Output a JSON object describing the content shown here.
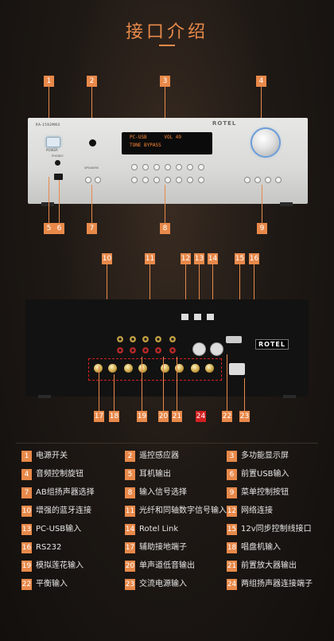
{
  "page": {
    "title": "接口介绍"
  },
  "colors": {
    "accent": "#e8894a",
    "highlight": "#d32020",
    "background": "#161210"
  },
  "front_panel": {
    "model": "RA-1592MKII",
    "brand": "ROTEL",
    "power_label": "POWER",
    "phones_label": "PHONES",
    "speakers_label": "SPEAKERS",
    "display_line1": "PC-USB      VOL 49",
    "display_line2": "TONE BYPASS"
  },
  "back_panel": {
    "brand": "ROTEL"
  },
  "front_callouts": [
    "1",
    "2",
    "3",
    "4",
    "5",
    "6",
    "7",
    "8",
    "9"
  ],
  "back_callouts": [
    "10",
    "11",
    "12",
    "13",
    "14",
    "15",
    "16",
    "17",
    "18",
    "19",
    "20",
    "21",
    "24",
    "22",
    "23"
  ],
  "legend": [
    {
      "num": "1",
      "label": "电源开关"
    },
    {
      "num": "2",
      "label": "遥控感应器"
    },
    {
      "num": "3",
      "label": "多功能显示屏"
    },
    {
      "num": "4",
      "label": "音频控制旋钮"
    },
    {
      "num": "5",
      "label": "耳机输出"
    },
    {
      "num": "6",
      "label": "前置USB输入"
    },
    {
      "num": "7",
      "label": "AB组扬声器选择"
    },
    {
      "num": "8",
      "label": "输入信号选择"
    },
    {
      "num": "9",
      "label": "菜单控制按钮"
    },
    {
      "num": "10",
      "label": "增强的蓝牙连接"
    },
    {
      "num": "11",
      "label": "光纤和同轴数字信号输入"
    },
    {
      "num": "12",
      "label": "网络连接"
    },
    {
      "num": "13",
      "label": "PC-USB输入"
    },
    {
      "num": "14",
      "label": "Rotel Link"
    },
    {
      "num": "15",
      "label": "12v同步控制线接口"
    },
    {
      "num": "16",
      "label": "RS232"
    },
    {
      "num": "17",
      "label": "辅助接地端子"
    },
    {
      "num": "18",
      "label": "唱盘机输入"
    },
    {
      "num": "19",
      "label": "模拟莲花输入"
    },
    {
      "num": "20",
      "label": "单声道低音输出"
    },
    {
      "num": "21",
      "label": "前置放大器输出"
    },
    {
      "num": "22",
      "label": "平衡输入"
    },
    {
      "num": "23",
      "label": "交流电源输入"
    },
    {
      "num": "24",
      "label": "两组扬声器连接端子"
    }
  ]
}
